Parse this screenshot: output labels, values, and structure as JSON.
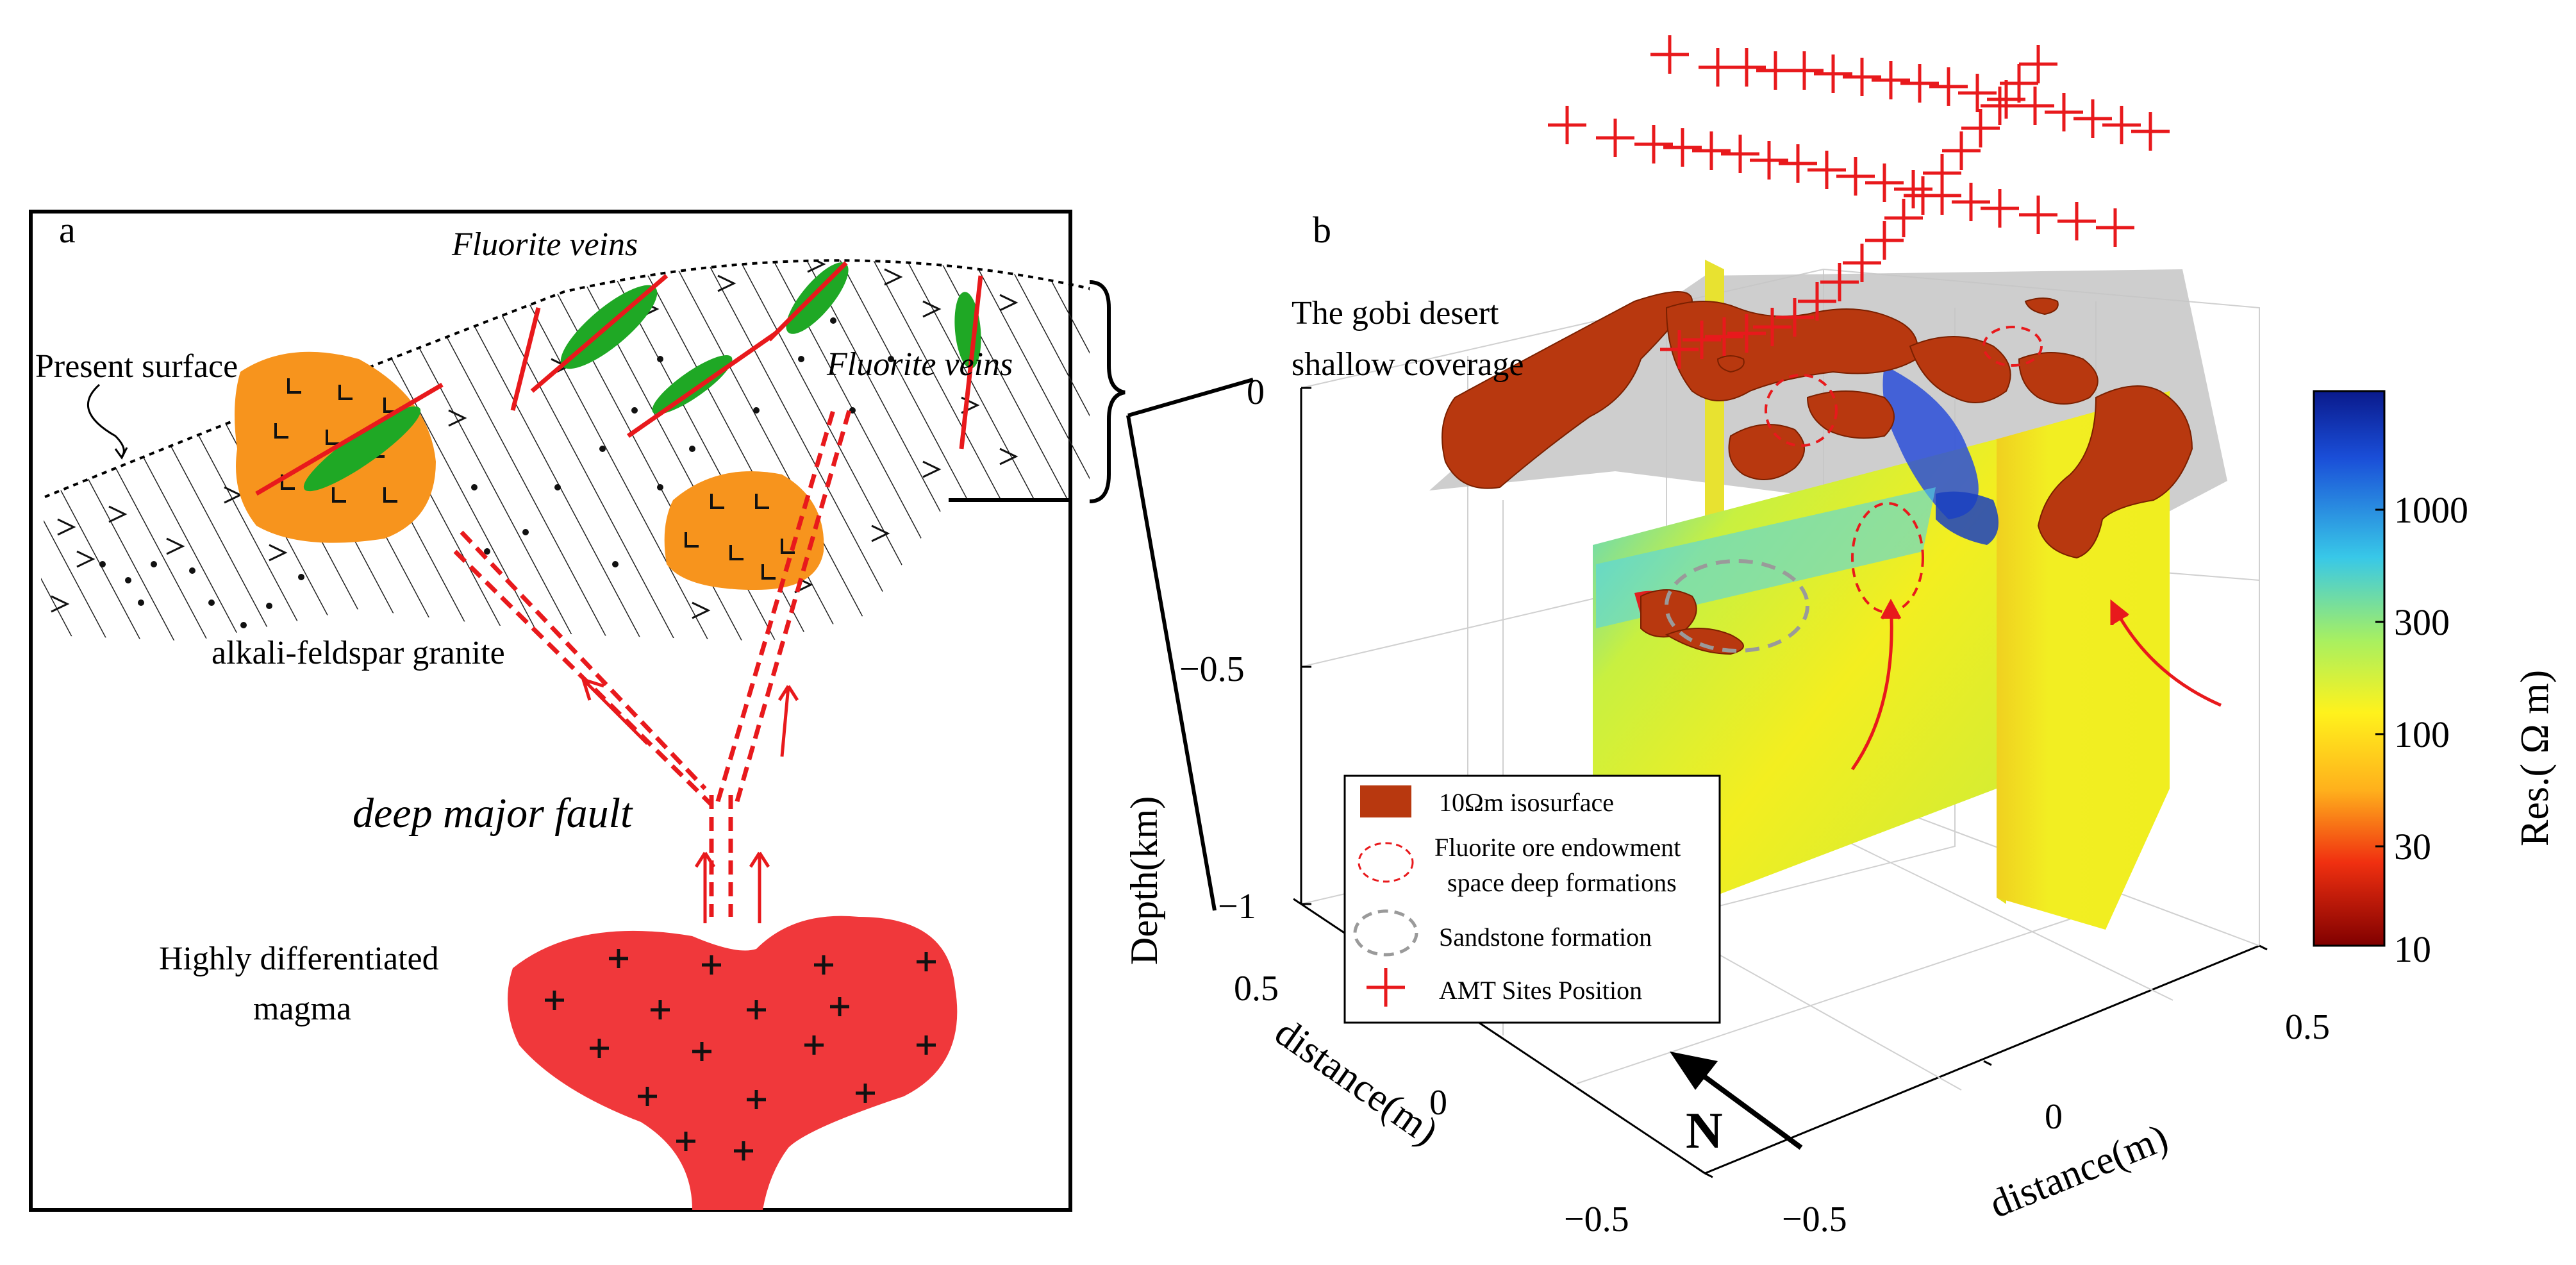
{
  "panel_a": {
    "label": "a",
    "present_surface": "Present surface",
    "fluorite_veins_top": "Fluorite veins",
    "fluorite_veins_right": "Fluorite veins",
    "granite": "alkali-feldspar granite",
    "fault": "deep major fault",
    "magma_line1": "Highly differentiated",
    "magma_line2": "magma"
  },
  "panel_b": {
    "label": "b",
    "gobi_line1": "The gobi desert",
    "gobi_line2": "shallow coverage",
    "depth_label": "Depth(km)",
    "depth_ticks": [
      "0",
      "−0.5",
      "−1"
    ],
    "left_axis_label": "distance(m)",
    "left_axis_ticks": [
      "0.5",
      "0",
      "−0.5"
    ],
    "right_axis_label": "distance(m)",
    "right_axis_ticks": [
      "−0.5",
      "0",
      "0.5"
    ],
    "north_label": "N",
    "colorbar_label": "Res.(  Ω m)",
    "colorbar_ticks": [
      "1000",
      "300",
      "100",
      "30",
      "10"
    ],
    "legend": {
      "isosurface": "10Ωm isosurface",
      "fluorite_line1": "Fluorite ore endowment",
      "fluorite_line2": "space deep formations",
      "sandstone": "Sandstone formation",
      "amt": "AMT Sites Position"
    }
  },
  "colors": {
    "fault_red": "#e8191c",
    "vein_green": "#1fa825",
    "granite_orange": "#f7941d",
    "magma_red": "#f0383b",
    "iso_brown": "#b8380f",
    "slice_yellow": "#f5f020",
    "slice_green": "#c9ec3a",
    "gobi_gray": "#c6c6c6"
  }
}
